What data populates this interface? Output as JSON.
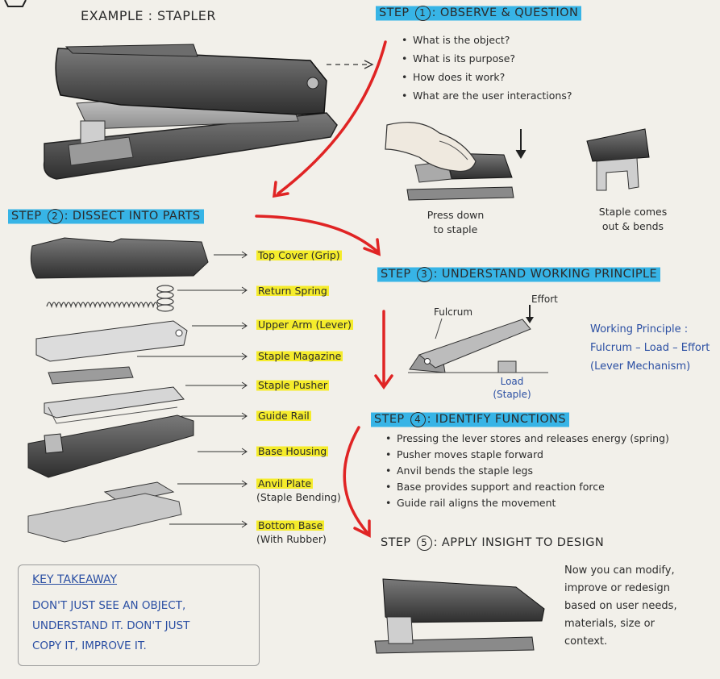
{
  "example_title": "EXAMPLE : STAPLER",
  "step1": {
    "num": "1",
    "prefix": "STEP",
    "label": ": OBSERVE & QUESTION",
    "questions": [
      "What is the object?",
      "What is its purpose?",
      "How does it work?",
      "What are the user interactions?"
    ],
    "caption_press": [
      "Press down",
      "to staple"
    ],
    "caption_staple": [
      "Staple comes",
      "out & bends"
    ]
  },
  "step2": {
    "num": "2",
    "prefix": "STEP",
    "label": ": DISSECT INTO PARTS",
    "parts": [
      {
        "label": "Top Cover (Grip)"
      },
      {
        "label": "Return Spring"
      },
      {
        "label": "Upper Arm (Lever)"
      },
      {
        "label": "Staple Magazine"
      },
      {
        "label": "Staple Pusher"
      },
      {
        "label": "Guide Rail"
      },
      {
        "label": "Base Housing"
      },
      {
        "label": "Anvil Plate",
        "sub": "(Staple Bending)"
      },
      {
        "label": "Bottom Base",
        "sub": "(With Rubber)"
      }
    ]
  },
  "step3": {
    "num": "3",
    "prefix": "STEP",
    "label": ": UNDERSTAND WORKING PRINCIPLE",
    "fulcrum": "Fulcrum",
    "effort": "Effort",
    "load": [
      "Load",
      "(Staple)"
    ],
    "principle": [
      "Working Principle :",
      "Fulcrum – Load – Effort",
      "(Lever Mechanism)"
    ]
  },
  "step4": {
    "num": "4",
    "prefix": "STEP",
    "label": ": IDENTIFY FUNCTIONS",
    "functions": [
      "Pressing the lever stores and releases energy (spring)",
      "Pusher moves staple forward",
      "Anvil bends the staple legs",
      "Base provides support and reaction force",
      "Guide rail aligns the movement"
    ]
  },
  "step5": {
    "num": "5",
    "prefix": "STEP",
    "label": ": APPLY INSIGHT TO DESIGN",
    "text": [
      "Now you can modify,",
      "improve or redesign",
      "based on user needs,",
      "materials, size or",
      "context."
    ]
  },
  "takeaway": {
    "heading": "KEY TAKEAWAY",
    "lines": [
      "DON'T JUST SEE AN OBJECT,",
      "UNDERSTAND IT. DON'T JUST",
      "COPY IT, IMPROVE IT."
    ]
  },
  "colors": {
    "highlight_blue": "#37b4e6",
    "highlight_yellow": "#f5ec2b",
    "arrow_red": "#e02424",
    "principle_blue": "#2b4fa3"
  }
}
